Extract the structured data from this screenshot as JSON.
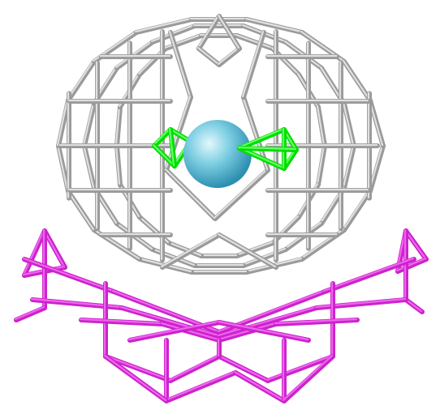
{
  "scene": {
    "background": "#ffffff",
    "components": [
      {
        "name": "grey-cage-framework",
        "color": "#9a9a9a",
        "highlight": "#e0e0e0"
      },
      {
        "name": "magenta-framework",
        "color": "#cc22cc",
        "highlight": "#ee66ee"
      },
      {
        "name": "green-ligand",
        "color": "#00dd00"
      },
      {
        "name": "central-ion-sphere",
        "color": "#6ec8de",
        "highlight": "#d8f3fa"
      }
    ]
  }
}
